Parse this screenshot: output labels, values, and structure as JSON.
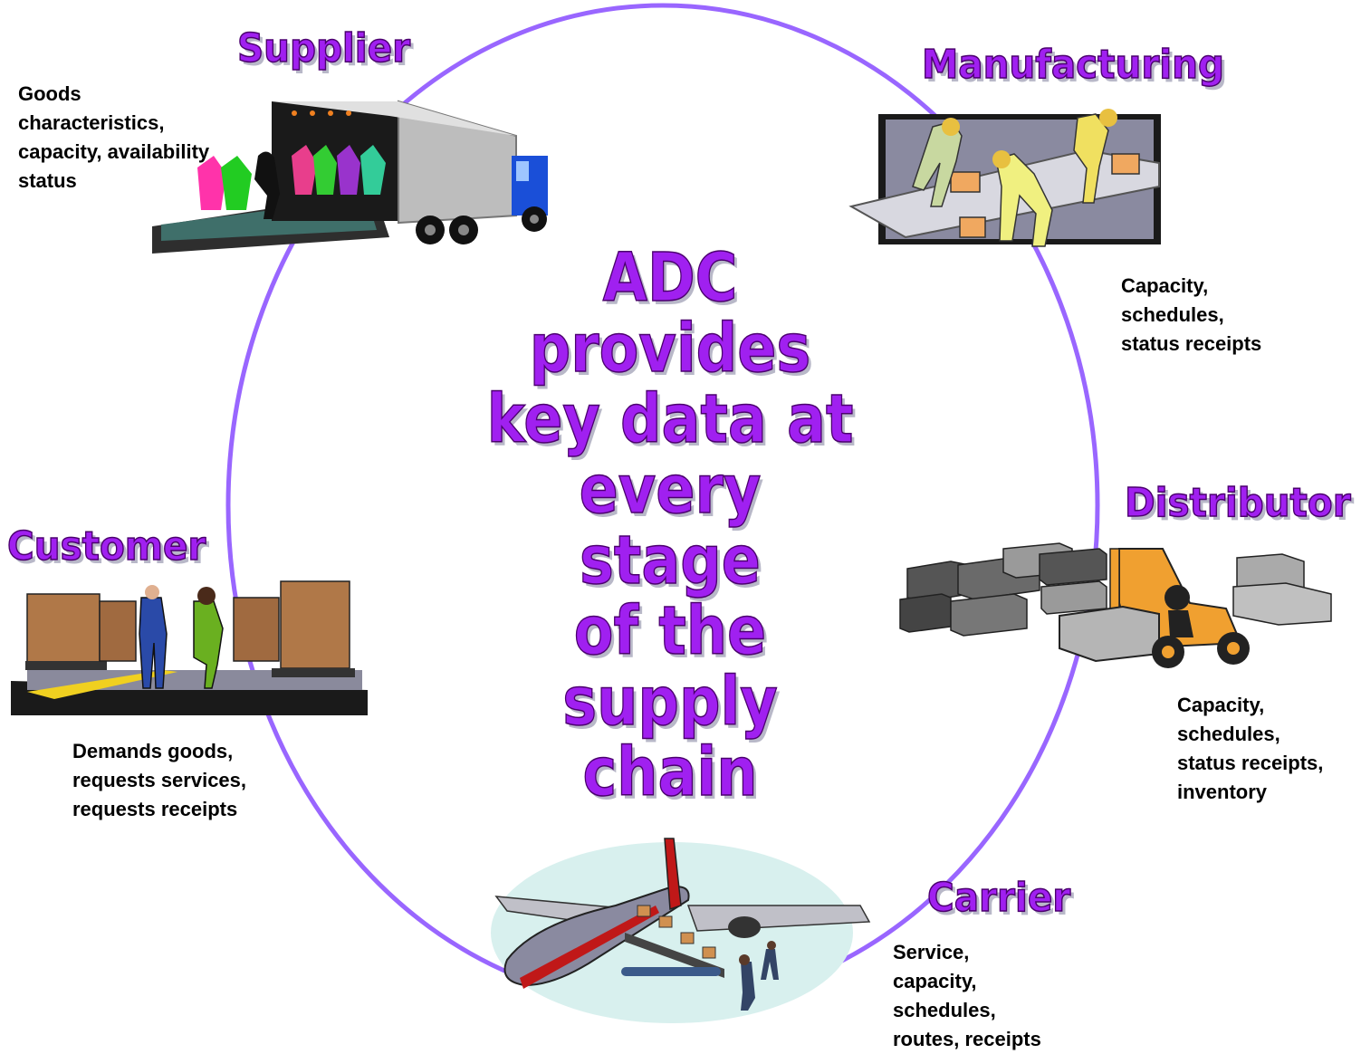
{
  "colors": {
    "ring": "#9966ff",
    "title_fill": "#a020f0",
    "title_outline": "#4b006e",
    "title_shadow": "#b8b8c8",
    "text": "#000000"
  },
  "center": {
    "lines": [
      "ADC",
      "provides",
      "key data at",
      "every stage",
      "of the",
      "supply",
      "chain"
    ]
  },
  "stages": {
    "supplier": {
      "title": "Supplier",
      "illustration": "delivery-truck-icon",
      "lines": [
        "Goods",
        "characteristics,",
        "capacity, availability",
        "status"
      ]
    },
    "manufacturing": {
      "title": "Manufacturing",
      "illustration": "factory-workers-icon",
      "lines": [
        "Capacity,",
        "schedules,",
        "status receipts"
      ]
    },
    "distributor": {
      "title": "Distributor",
      "illustration": "forklift-warehouse-icon",
      "lines": [
        "Capacity,",
        "schedules,",
        "status receipts,",
        "inventory"
      ]
    },
    "carrier": {
      "title": "Carrier",
      "illustration": "cargo-airplane-icon",
      "lines": [
        "Service,",
        "capacity,",
        "schedules,",
        "routes, receipts"
      ]
    },
    "customer": {
      "title": "Customer",
      "illustration": "warehouse-customers-icon",
      "lines": [
        "Demands goods,",
        "requests services,",
        "requests receipts"
      ]
    }
  }
}
